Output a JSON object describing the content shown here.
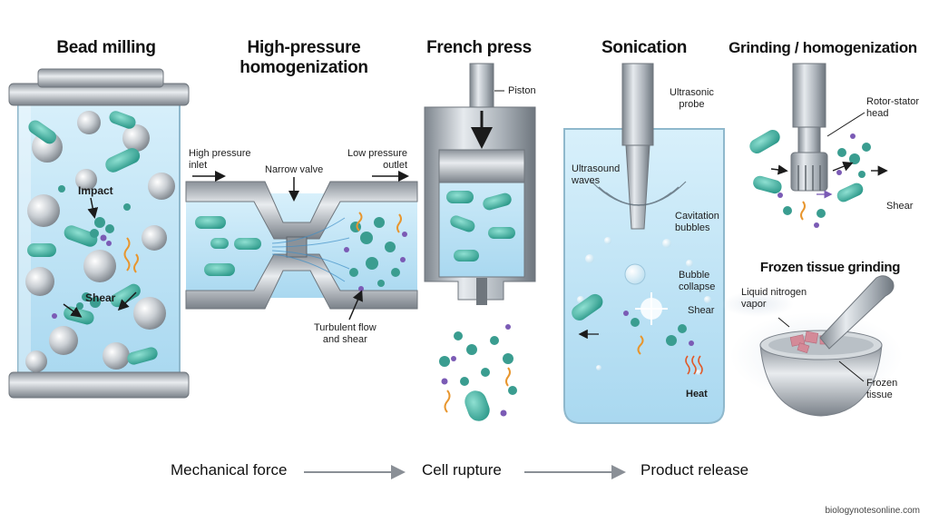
{
  "titles": {
    "bead_milling": "Bead milling",
    "high_pressure_line1": "High-pressure",
    "high_pressure_line2": "homogenization",
    "french_press": "French press",
    "sonication": "Sonication",
    "grinding": "Grinding / homogenization",
    "frozen": "Frozen tissue grinding"
  },
  "labels": {
    "impact": "Impact",
    "shear_bead": "Shear",
    "hp_inlet_1": "High pressure",
    "hp_inlet_2": "inlet",
    "narrow_valve": "Narrow valve",
    "lp_outlet_1": "Low pressure",
    "lp_outlet_2": "outlet",
    "turbulent_1": "Turbulent flow",
    "turbulent_2": "and shear",
    "piston": "Piston",
    "probe_1": "Ultrasonic",
    "probe_2": "probe",
    "waves_1": "Ultrasound",
    "waves_2": "waves",
    "cav_1": "Cavitation",
    "cav_2": "bubbles",
    "collapse_1": "Bubble",
    "collapse_2": "collapse",
    "shear_sonic": "Shear",
    "heat": "Heat",
    "rotor_1": "Rotor-stator",
    "rotor_2": "head",
    "shear_grind": "Shear",
    "ln2_1": "Liquid nitrogen",
    "ln2_2": "vapor",
    "tissue_1": "Frozen",
    "tissue_2": "tissue"
  },
  "flow": {
    "step1": "Mechanical force",
    "step2": "Cell rupture",
    "step3": "Product release"
  },
  "credit": "biologynotesonline.com",
  "colors": {
    "liquid": "#bfe3f5",
    "cell": "#4fb8a8",
    "debris": "#3a9d90",
    "protein": "#7b5bb5",
    "dna": "#e8962e",
    "steel": "#a9b0b7",
    "arrow": "#8a8f96"
  },
  "icons": [
    "arrow-icon",
    "heat-icon"
  ]
}
